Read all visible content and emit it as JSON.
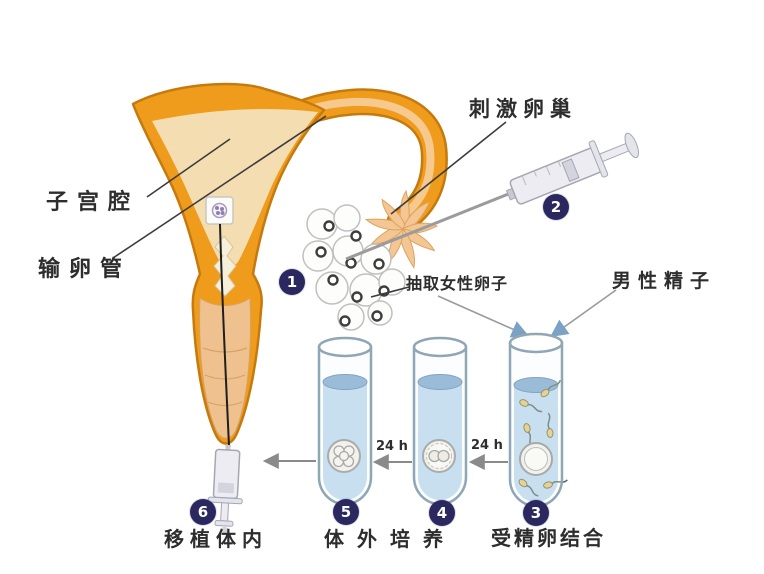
{
  "diagram": {
    "anatomy": {
      "uterine_cavity": "子宫腔",
      "fallopian_tube": "输卵管"
    },
    "annotations": {
      "stimulate_ovary": "刺激卵巢",
      "extract_female_eggs": "抽取女性卵子",
      "male_sperm": "男性精子"
    },
    "process_steps": {
      "fertilized_egg_combination": "受精卵结合",
      "in_vitro_culture": "体外培养",
      "transplant_into_body": "移植体内"
    },
    "step_numbers": [
      "1",
      "2",
      "3",
      "4",
      "5",
      "6"
    ],
    "durations": [
      "24 h",
      "24 h"
    ],
    "colors": {
      "background": "#FFFFFF",
      "uterus_orange": "#EF9C1D",
      "uterus_outline": "#C6790D",
      "cavity_cream": "#F5DDB2",
      "vaginal_canal_tan": "#EEC18F",
      "fimbriae_tan": "#F3C693",
      "badge_navy": "#2B2860",
      "tube_glass_outline": "#8FA6B4",
      "liquid_blue": "#BAD7EB",
      "liquid_surface_blue": "#7FA8CE",
      "arrow_gray": "#8A8A8A",
      "arrowhead_blue": "#7AA2C4"
    }
  }
}
